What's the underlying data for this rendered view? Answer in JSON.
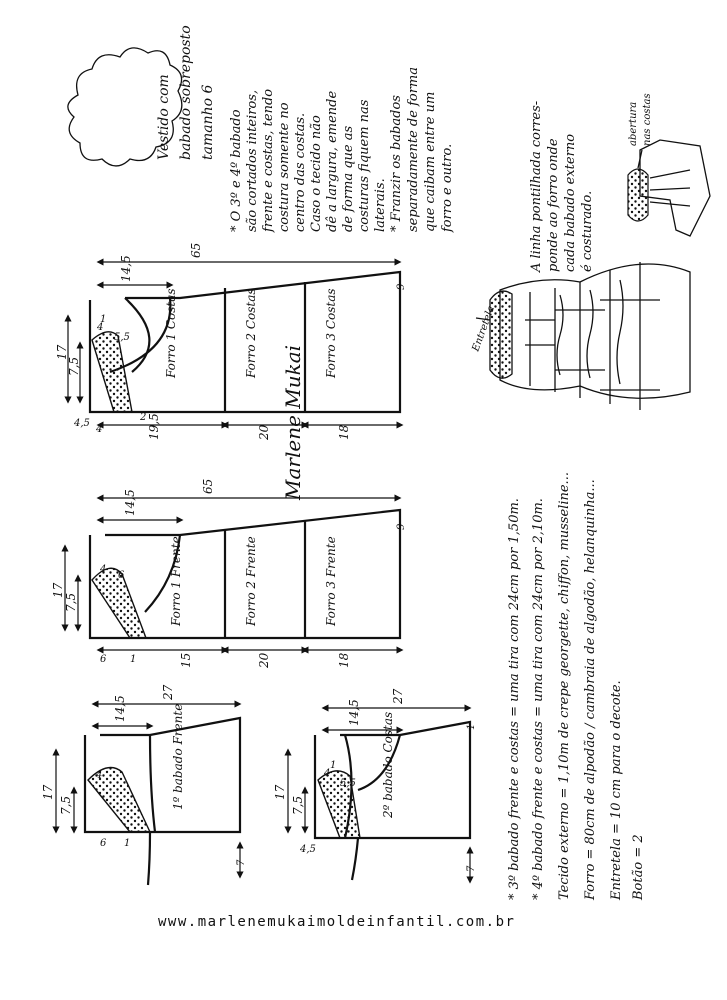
{
  "title_cloud": [
    "Vestido com",
    "babado sobreposto",
    "tamanho 6"
  ],
  "notes_top": [
    "* O 3º e 4º babado",
    "são cortados inteiros,",
    "frente e costas, tendo",
    "costura somente no",
    "centro das costas.",
    "Caso o tecido não",
    "dê a largura, emende",
    "de forma que as",
    "costuras fiquem nas",
    "laterais."
  ],
  "notes_gather": [
    "* Franzir os babados",
    "separadamente de forma",
    "que caibam entre um",
    "forro e outro."
  ],
  "note_dotted": [
    "A linha pontilhada corres-",
    "ponde ao forro onde",
    "cada babado externo",
    "é costurado."
  ],
  "label_opening": [
    "abertura",
    "nas costas"
  ],
  "label_interfacing": "Entretela",
  "signature": "Marlene Mukai",
  "materials": [
    "* 3º babado frente e costas = uma tira com 24cm por 1,50m.",
    "* 4º babado frente e costas = uma tira com 24cm por 2,10m.",
    "Tecido externo = 1,10m de crepe georgette, chiffon, musseline...",
    "Forro = 80cm de alpodão / cambraia de algodão, helanquinha...",
    "Entretela = 10 cm para o decote.",
    "Botão = 2"
  ],
  "website": "www.marlenemukaimoldeinfantil.com.br",
  "patterns": {
    "back_lining": {
      "pieces": [
        "Forro 1 Costas",
        "Forro 2 Costas",
        "Forro 3 Costas"
      ],
      "length": "65",
      "top": "14,5",
      "neck_width": "7,5",
      "height": "17",
      "small": [
        "4",
        "1",
        "5,5",
        "4,5",
        "4",
        "2",
        "9"
      ],
      "bottom": [
        "19,5",
        "20",
        "18"
      ]
    },
    "front_lining": {
      "pieces": [
        "Forro 1 Frente",
        "Forro 2 Frente",
        "Forro 3 Frente"
      ],
      "length": "65",
      "top": "14,5",
      "neck_width": "7,5",
      "height": "17",
      "small": [
        "4",
        "6",
        "9",
        "6",
        "1"
      ],
      "bottom": [
        "15",
        "20",
        "18"
      ]
    },
    "ruffle_front": {
      "piece": "1º babado Frente",
      "top": "14,5",
      "length": "27",
      "neck_width": "7,5",
      "height": "17",
      "small": [
        "4",
        "6",
        "1",
        "7"
      ]
    },
    "ruffle_back": {
      "piece": "2º babado Costas",
      "top": "14,5",
      "length": "27",
      "neck_width": "7,5",
      "height": "17",
      "small": [
        "4",
        "1",
        "5,5",
        "4,5",
        "7",
        "1"
      ]
    }
  }
}
